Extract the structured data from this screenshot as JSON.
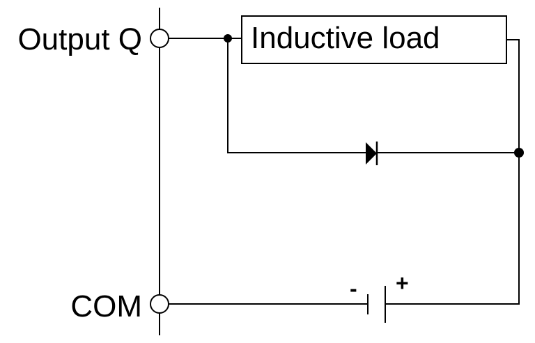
{
  "terminals": {
    "output": "Output Q",
    "common": "COM"
  },
  "load": {
    "label": "Inductive load"
  },
  "supply": {
    "negative": "-",
    "positive": "+"
  },
  "components": {
    "freewheel_diode_icon": "diode-symbol",
    "dc_source_icon": "battery-symbol",
    "junction_icon": "filled-dot",
    "terminal_icon": "open-circle"
  },
  "colors": {
    "ink": "#000000",
    "background": "#ffffff"
  }
}
